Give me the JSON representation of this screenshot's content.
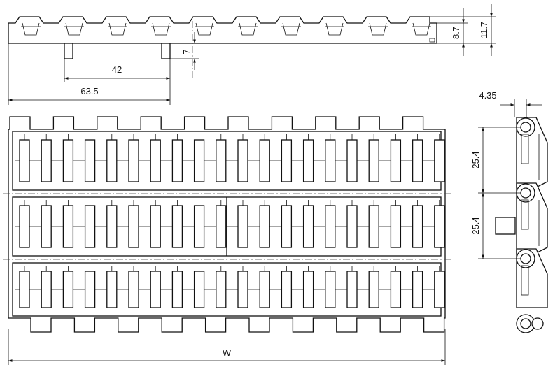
{
  "dimensions": {
    "height_total": "11.7",
    "height_body": "8.7",
    "tab_height": "7",
    "tab_offset_inner": "42",
    "tab_offset_outer": "63.5",
    "pin_offset": "4.35",
    "pitch_upper": "25.4",
    "pitch_lower": "25.4",
    "width": "W"
  },
  "colors": {
    "line": "#111111",
    "background": "#ffffff"
  }
}
